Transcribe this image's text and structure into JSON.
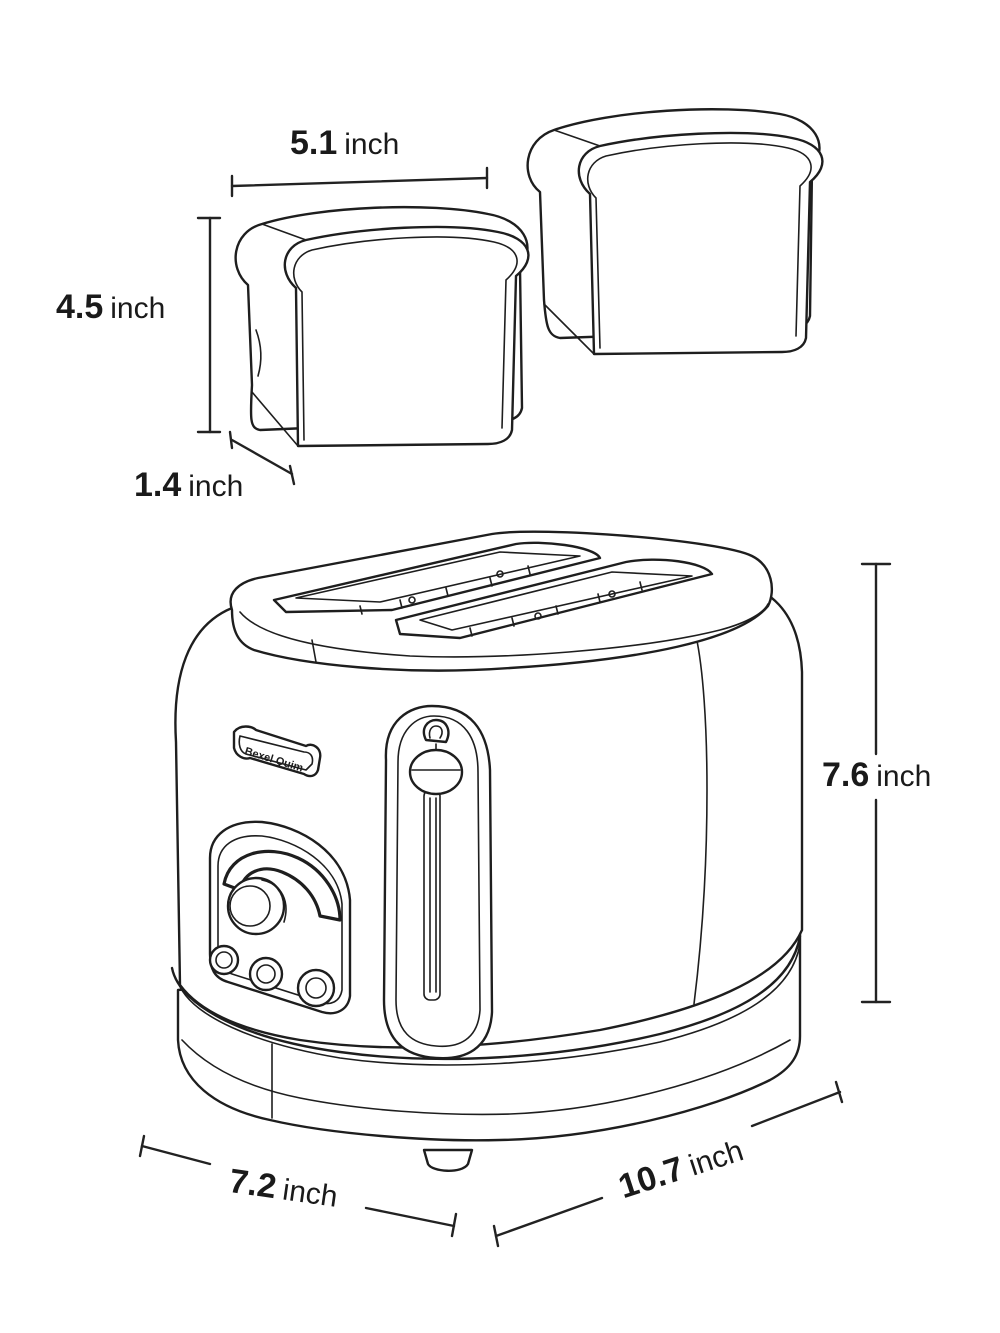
{
  "dimensions": {
    "bread_width": {
      "value": "5.1",
      "unit": "inch"
    },
    "bread_height": {
      "value": "4.5",
      "unit": "inch"
    },
    "bread_depth": {
      "value": "1.4",
      "unit": "inch"
    },
    "toaster_height": {
      "value": "7.6",
      "unit": "inch"
    },
    "toaster_depth": {
      "value": "7.2",
      "unit": "inch"
    },
    "toaster_width": {
      "value": "10.7",
      "unit": "inch"
    }
  },
  "brand_plate": {
    "text": "Bexel Quim"
  },
  "colors": {
    "line": "#1e1e1e",
    "background": "#ffffff"
  }
}
